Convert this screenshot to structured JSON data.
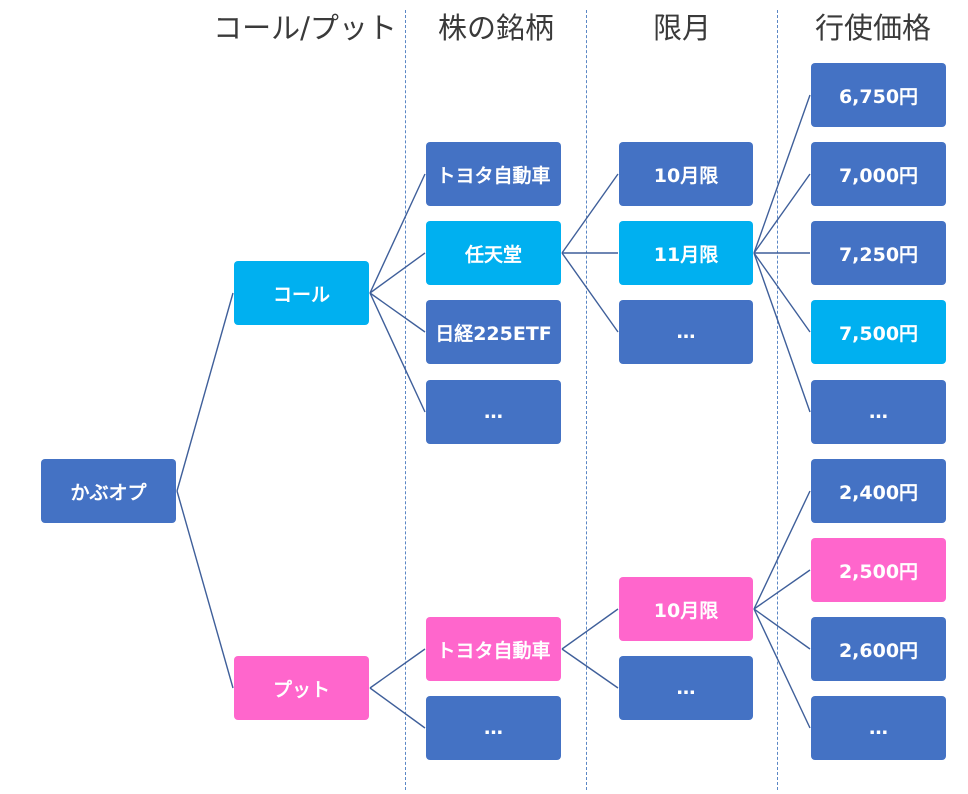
{
  "headers": {
    "callput": "コール/プット",
    "stock": "株の銘柄",
    "month": "限月",
    "strike": "行使価格"
  },
  "colors": {
    "default": "#4472c4",
    "call": "#00b0f0",
    "put": "#ff66cc",
    "edge": "#3f5f9a",
    "divider": "#5b87c5",
    "header_text": "#3a3a3a"
  },
  "nodes": {
    "root": {
      "label": "かぶオプ",
      "color": "default"
    },
    "call": {
      "label": "コール",
      "color": "call"
    },
    "put": {
      "label": "プット",
      "color": "put"
    },
    "call_stock_toyota": {
      "label": "トヨタ自動車",
      "color": "default"
    },
    "call_stock_nintendo": {
      "label": "任天堂",
      "color": "call"
    },
    "call_stock_nikkei": {
      "label": "日経225ETF",
      "color": "default"
    },
    "call_stock_more": {
      "label": "…",
      "color": "default"
    },
    "call_month_oct": {
      "label": "10月限",
      "color": "default"
    },
    "call_month_nov": {
      "label": "11月限",
      "color": "call"
    },
    "call_month_more": {
      "label": "…",
      "color": "default"
    },
    "call_strike_6750": {
      "label": "6,750円",
      "color": "default"
    },
    "call_strike_7000": {
      "label": "7,000円",
      "color": "default"
    },
    "call_strike_7250": {
      "label": "7,250円",
      "color": "default"
    },
    "call_strike_7500": {
      "label": "7,500円",
      "color": "call"
    },
    "call_strike_more": {
      "label": "…",
      "color": "default"
    },
    "put_stock_toyota": {
      "label": "トヨタ自動車",
      "color": "put"
    },
    "put_stock_more": {
      "label": "…",
      "color": "default"
    },
    "put_month_oct": {
      "label": "10月限",
      "color": "put"
    },
    "put_month_more": {
      "label": "…",
      "color": "default"
    },
    "put_strike_2400": {
      "label": "2,400円",
      "color": "default"
    },
    "put_strike_2500": {
      "label": "2,500円",
      "color": "put"
    },
    "put_strike_2600": {
      "label": "2,600円",
      "color": "default"
    },
    "put_strike_more": {
      "label": "…",
      "color": "default"
    }
  },
  "edges": [
    [
      "root",
      "call"
    ],
    [
      "root",
      "put"
    ],
    [
      "call",
      "call_stock_toyota"
    ],
    [
      "call",
      "call_stock_nintendo"
    ],
    [
      "call",
      "call_stock_nikkei"
    ],
    [
      "call",
      "call_stock_more"
    ],
    [
      "call_stock_nintendo",
      "call_month_oct"
    ],
    [
      "call_stock_nintendo",
      "call_month_nov"
    ],
    [
      "call_stock_nintendo",
      "call_month_more"
    ],
    [
      "call_month_nov",
      "call_strike_6750"
    ],
    [
      "call_month_nov",
      "call_strike_7000"
    ],
    [
      "call_month_nov",
      "call_strike_7250"
    ],
    [
      "call_month_nov",
      "call_strike_7500"
    ],
    [
      "call_month_nov",
      "call_strike_more"
    ],
    [
      "put",
      "put_stock_toyota"
    ],
    [
      "put",
      "put_stock_more"
    ],
    [
      "put_stock_toyota",
      "put_month_oct"
    ],
    [
      "put_stock_toyota",
      "put_month_more"
    ],
    [
      "put_month_oct",
      "put_strike_2400"
    ],
    [
      "put_month_oct",
      "put_strike_2500"
    ],
    [
      "put_month_oct",
      "put_strike_2600"
    ],
    [
      "put_month_oct",
      "put_strike_more"
    ]
  ]
}
